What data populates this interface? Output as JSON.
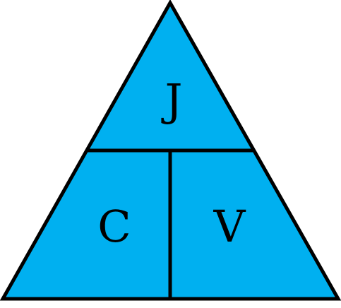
{
  "diagram": {
    "fill_color": "#00B0F0",
    "stroke_color": "#000000",
    "top_label": "J",
    "bottom_left_label": "C",
    "bottom_right_label": "V"
  }
}
